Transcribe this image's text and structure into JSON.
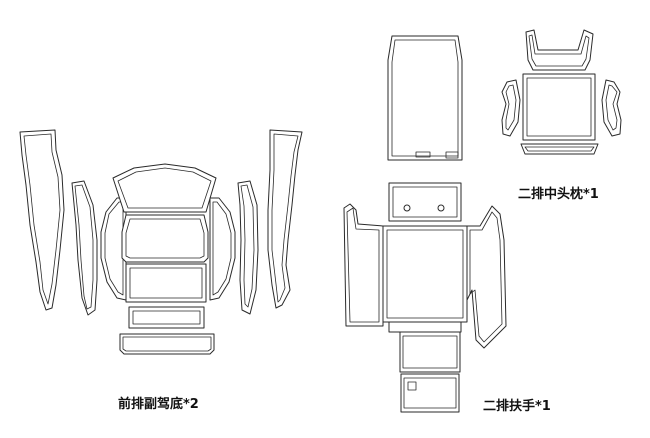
{
  "labels": {
    "front_passenger_floor": "前排副驾底*2",
    "second_row_armrest": "二排扶手*1",
    "second_row_headrest": "二排中头枕*1"
  },
  "colors": {
    "outline": "#2a2a2a",
    "background": "#ffffff",
    "text": "#111111"
  }
}
